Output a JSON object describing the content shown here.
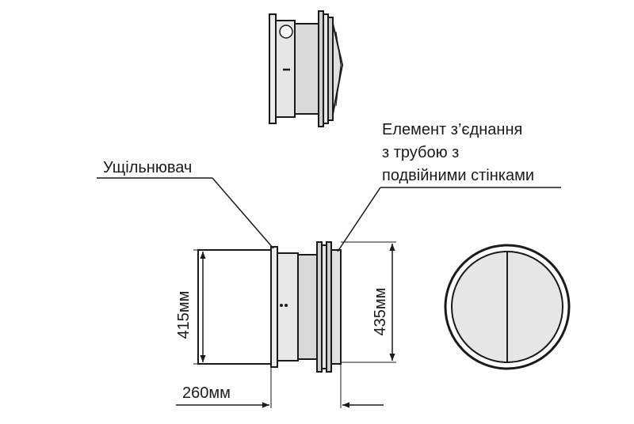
{
  "labels": {
    "seal": "Ущільнювач",
    "connector_line1": "Елемент з’єднання",
    "connector_line2": "з трубою з",
    "connector_line3": "подвійними стінками"
  },
  "dimensions": {
    "diameter_left": "415мм",
    "diameter_right": "435мм",
    "length": "260мм"
  },
  "colors": {
    "line": "#1a1a1a",
    "fill_light": "#ececec",
    "fill_mid": "#d4d4d4",
    "fill_dark": "#bdbdbd"
  }
}
